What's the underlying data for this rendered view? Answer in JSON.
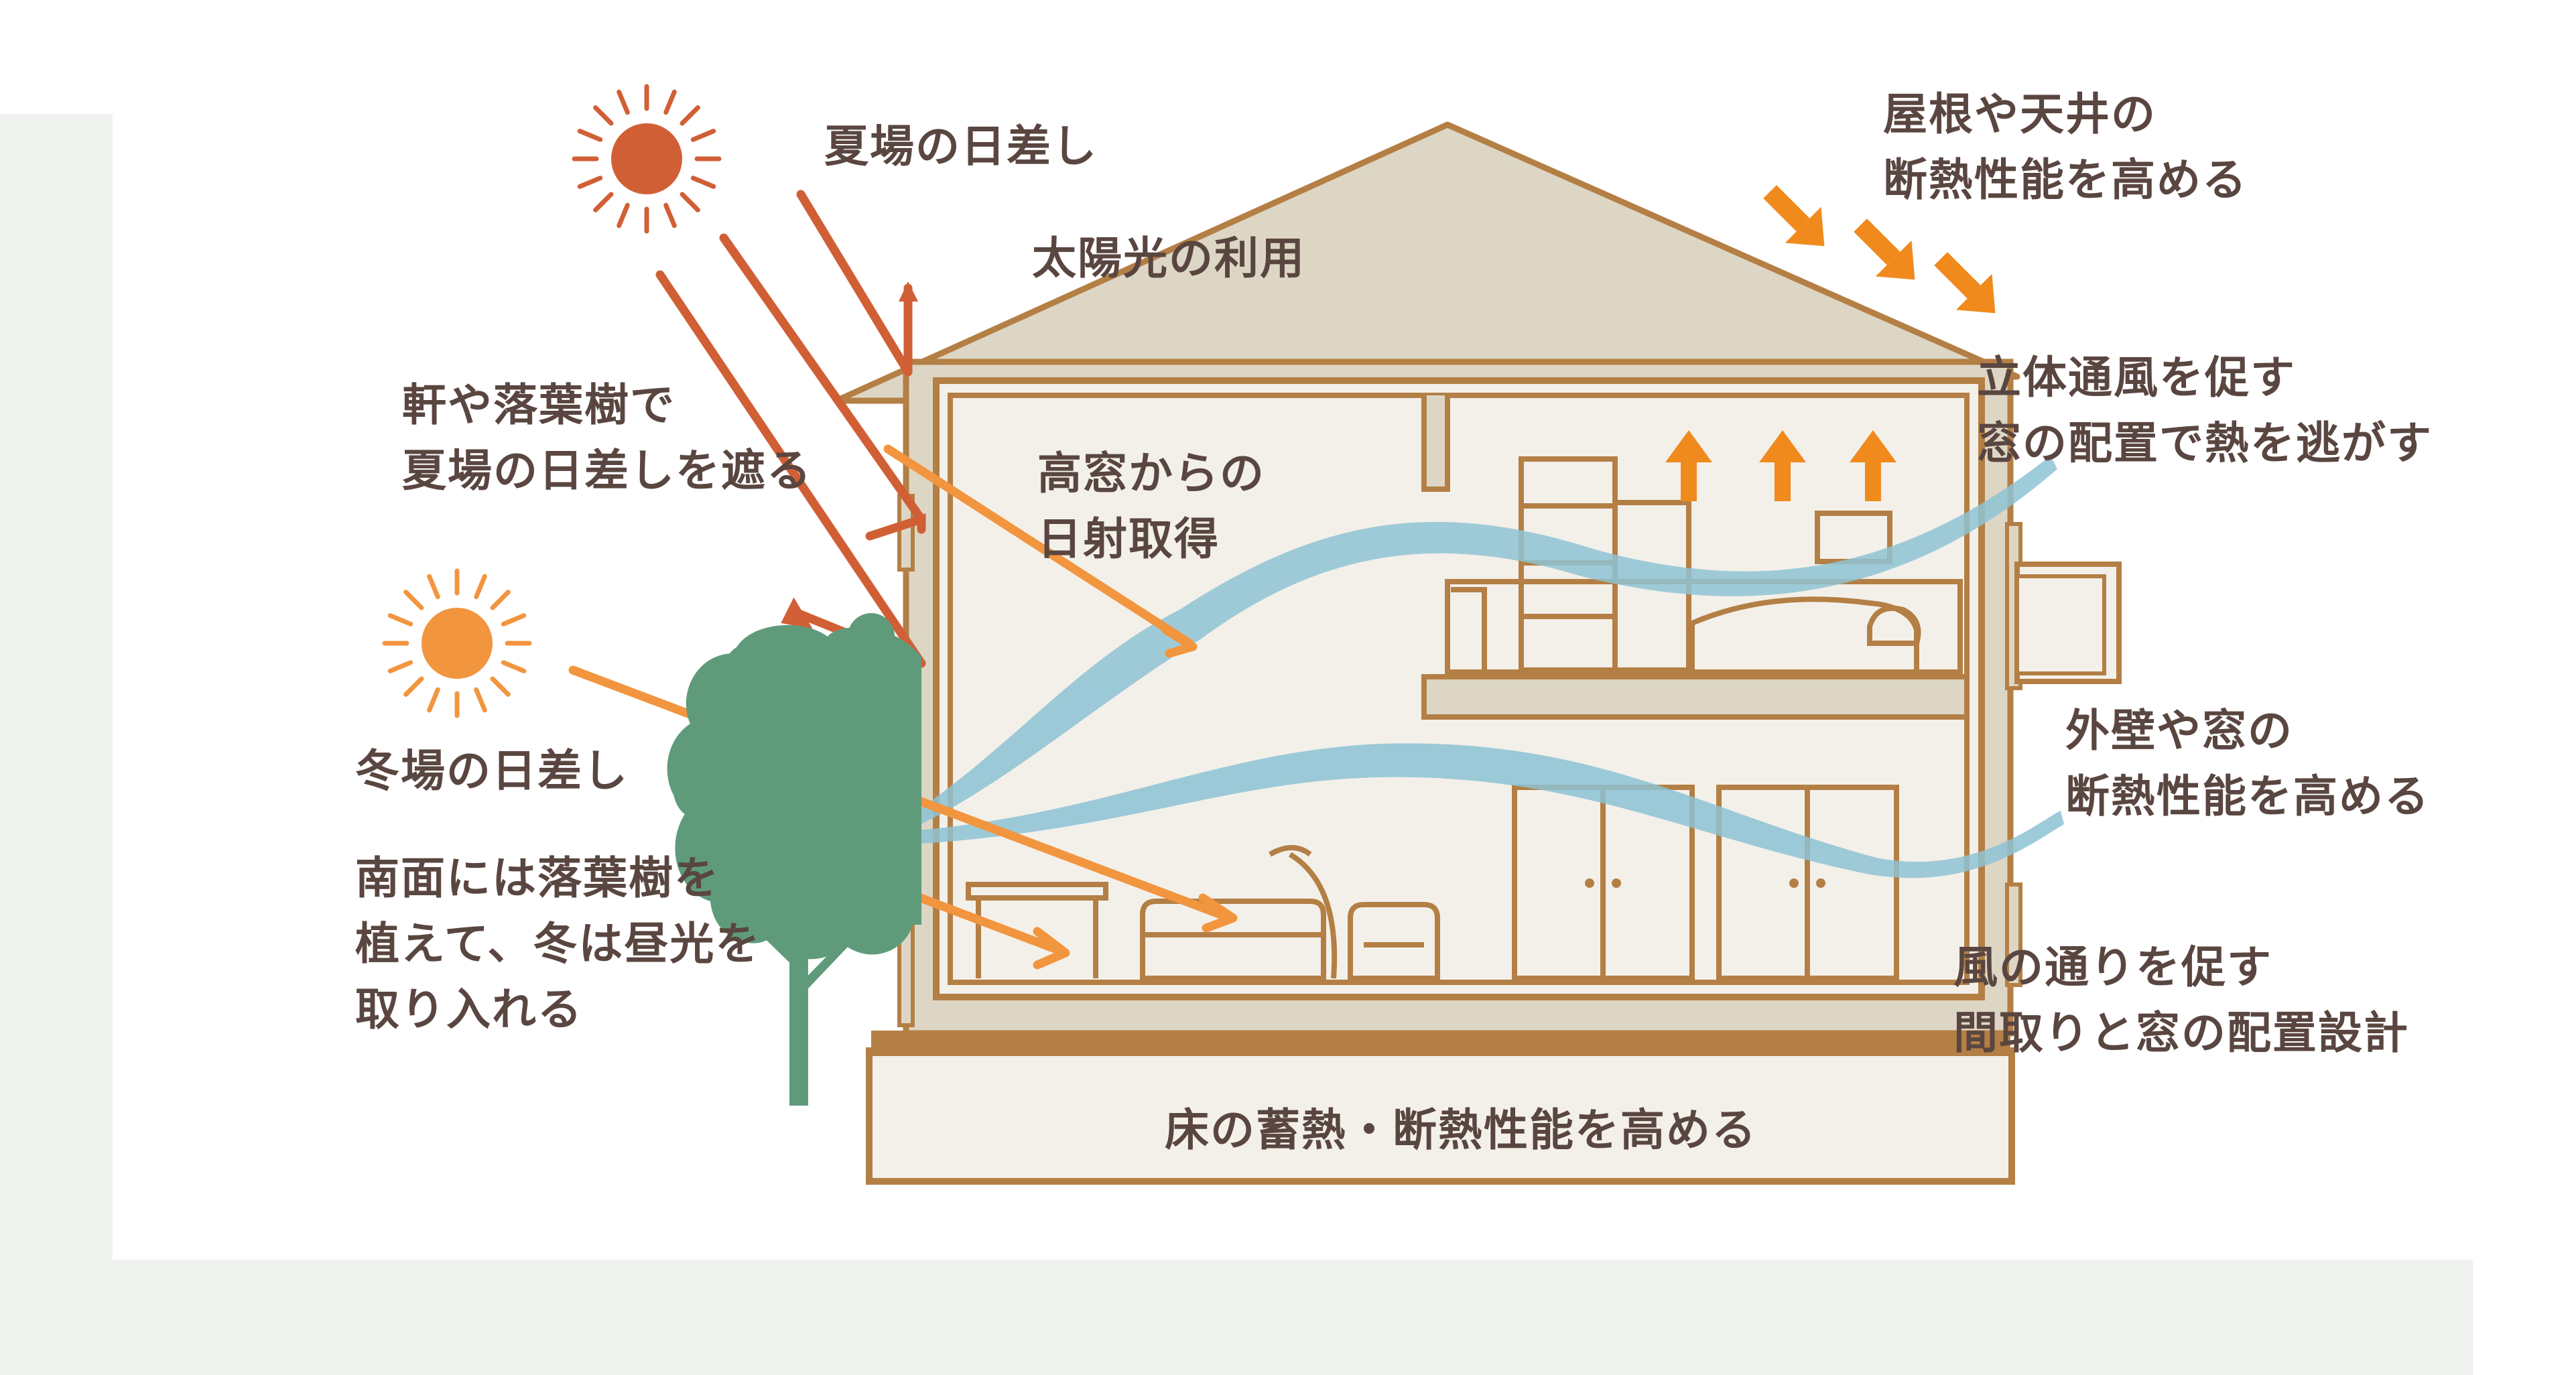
{
  "colors": {
    "background_panel": "#eff1ef",
    "house_fill": "#ddd6c5",
    "interior": "#f3f0ea",
    "outline": "#b47f45",
    "foundation": "#f3f0ea",
    "text": "#5a4640",
    "summer_sun": "#d15f35",
    "winter_sun": "#f2953f",
    "heat_arrows": "#f08a1d",
    "wind": "#8ec3d4",
    "tree": "#5f9b7b"
  },
  "labels": {
    "summer_sun": "夏場の日差し",
    "solar_use": "太陽光の利用",
    "roof_insulation": [
      "屋根や天井の",
      "断熱性能を高める"
    ],
    "eaves_tree": [
      "軒や落葉樹で",
      "夏場の日差しを遮る"
    ],
    "high_window": [
      "高窓からの",
      "日射取得"
    ],
    "cross_ventilation": [
      "立体通風を促す",
      "窓の配置で熱を逃がす"
    ],
    "winter_sun": "冬場の日差し",
    "wall_insulation": [
      "外壁や窓の",
      "断熱性能を高める"
    ],
    "south_tree": [
      "南面には落葉樹を",
      "植えて、冬は昼光を",
      "取り入れる"
    ],
    "floor_plan": [
      "風の通りを促す",
      "間取りと窓の配置設計"
    ],
    "floor_insulation": "床の蓄熱・断熱性能を高める"
  },
  "icons": [
    "summer-sun-icon",
    "winter-sun-icon",
    "tree-icon",
    "heat-up-arrow-icon",
    "roof-down-arrow-icon",
    "wind-flow-icon"
  ]
}
